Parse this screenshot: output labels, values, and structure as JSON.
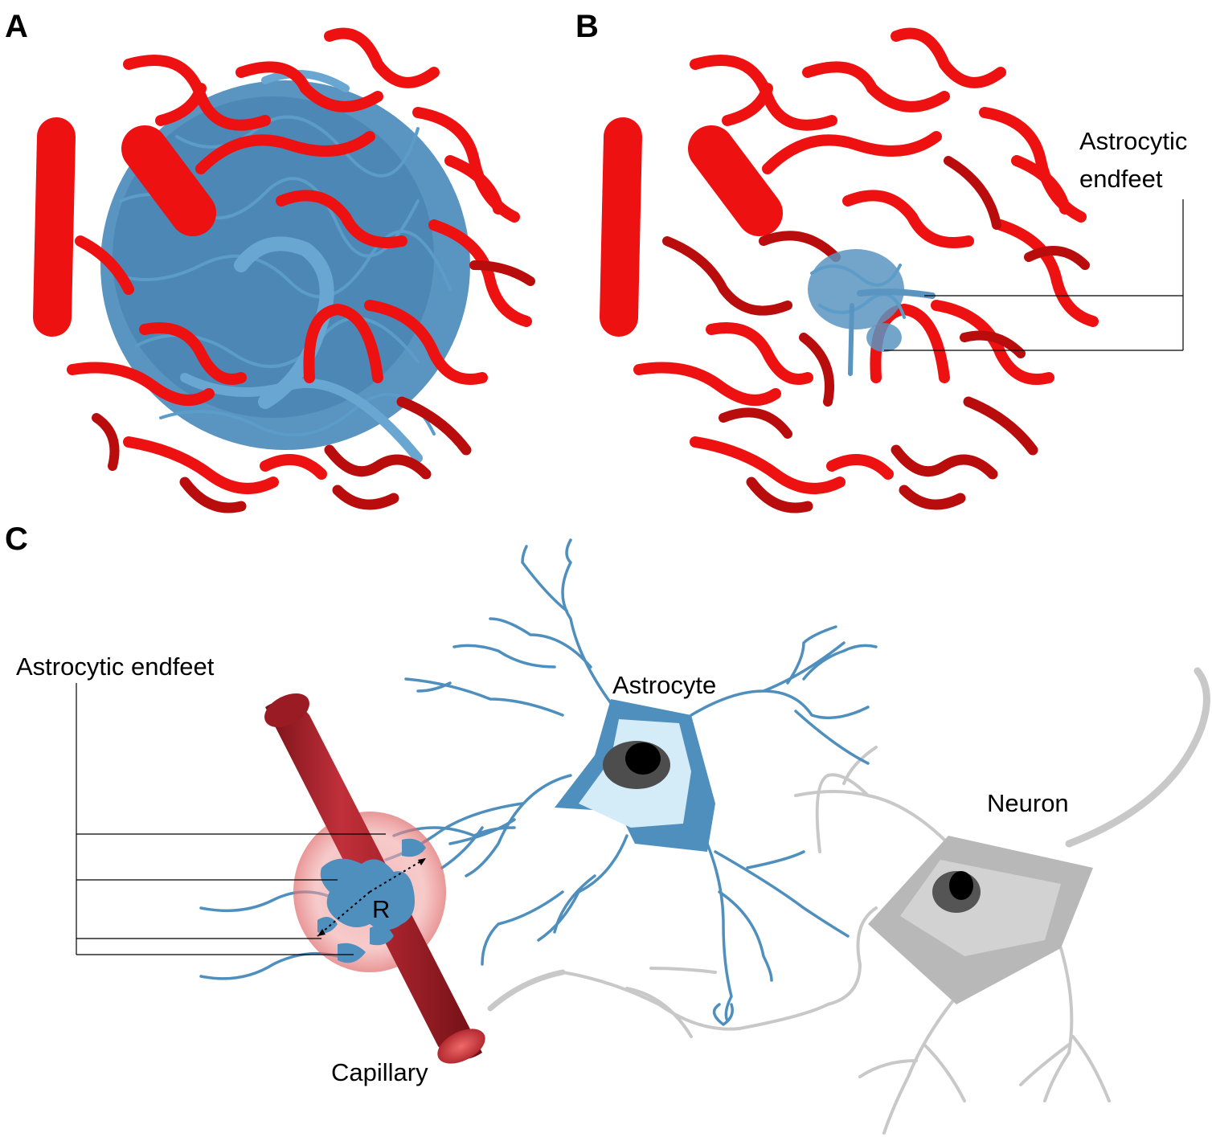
{
  "figure": {
    "panels": [
      {
        "id": "A",
        "label": "A"
      },
      {
        "id": "B",
        "label": "B",
        "annotation_line1": "Astrocytic",
        "annotation_line2": "endfeet"
      },
      {
        "id": "C",
        "label": "C",
        "labels": {
          "endfeet": "Astrocytic endfeet",
          "astrocyte": "Astrocyte",
          "neuron": "Neuron",
          "capillary": "Capillary",
          "radius": "R"
        }
      }
    ],
    "colors": {
      "vessel_red": "#ee1111",
      "vessel_dark": "#b90c0c",
      "astrocyte_blue": "#4f8fbd",
      "astrocyte_light": "#d4ebf8",
      "neuron_gray": "#b8b8b8",
      "capillary_red": "#a8202a"
    }
  }
}
